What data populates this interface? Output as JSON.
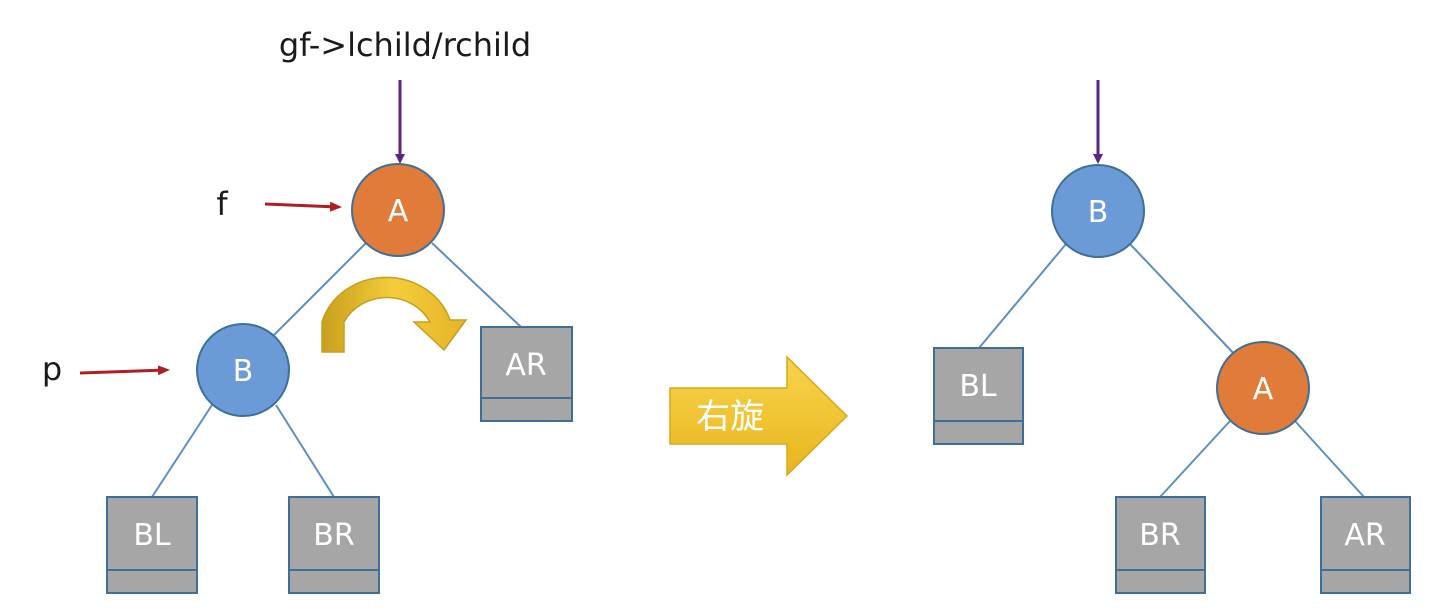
{
  "colors": {
    "node_a": "#e07b3a",
    "node_b": "#6b9bd6",
    "leaf": "#a6a6a6",
    "leaf_border": "#3d6f98",
    "edge": "#5b8fc4",
    "pointer_red": "#b01e24",
    "pointer_purple": "#5a2583",
    "rotate_arrow": "#f2c42b"
  },
  "before": {
    "pointer_label": "gf->lchild/rchild",
    "f_label": "f",
    "p_label": "p",
    "node_a": "A",
    "node_b": "B",
    "leaf_ar": "AR",
    "leaf_bl": "BL",
    "leaf_br": "BR"
  },
  "transition": {
    "label": "右旋"
  },
  "after": {
    "node_b": "B",
    "node_a": "A",
    "leaf_bl": "BL",
    "leaf_br": "BR",
    "leaf_ar": "AR"
  }
}
